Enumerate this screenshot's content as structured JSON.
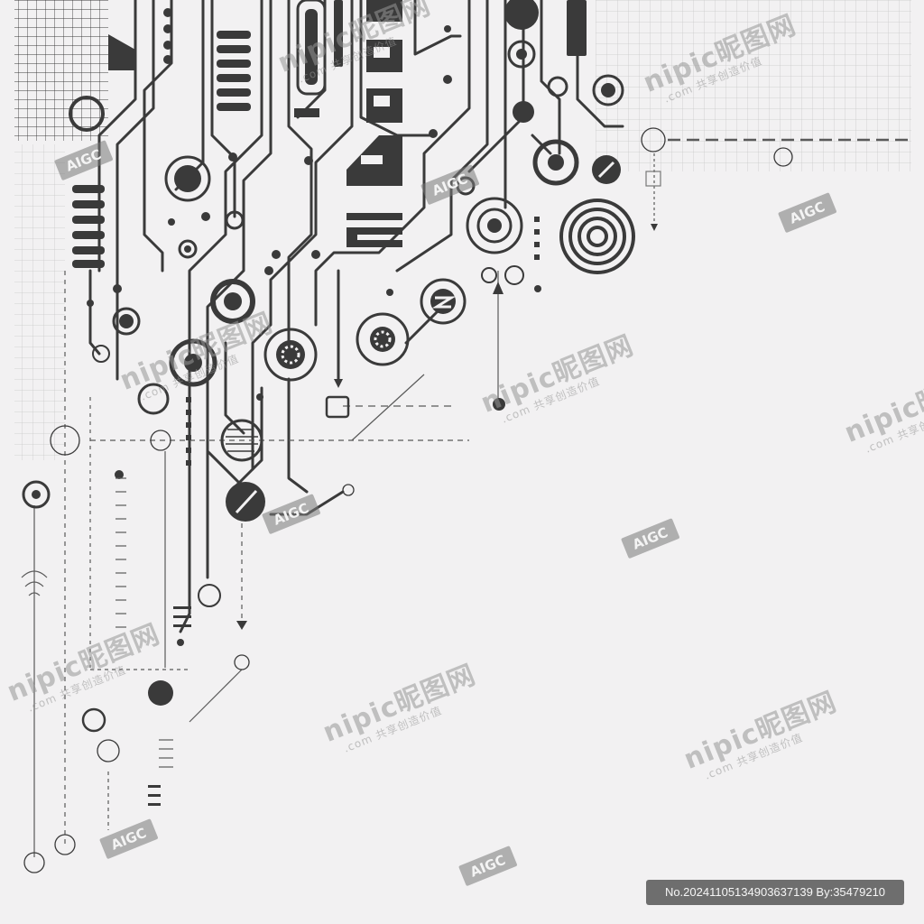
{
  "colors": {
    "background": "#f2f1f2",
    "circuit": "#3a3a3a",
    "grid": "#c8c8c8",
    "watermark": "#969696"
  },
  "watermark": {
    "site": "nipic昵图网",
    "tagline": ".com 共享创造价值",
    "badge": "AIGC"
  },
  "footer": {
    "id_text": "No.20241105134903637139 By:35479210"
  }
}
